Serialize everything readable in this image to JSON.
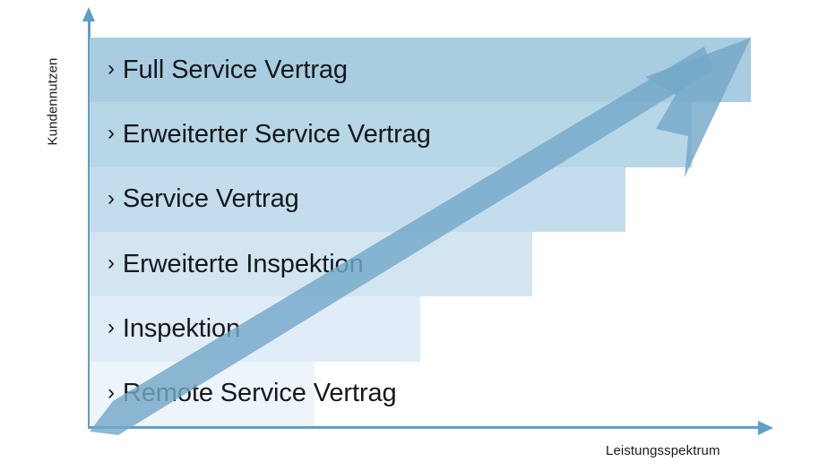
{
  "chart_data": {
    "type": "bar",
    "title": "",
    "subtitle": "",
    "xlabel": "Leistungsspektrum",
    "ylabel": "Kundennutzen",
    "orientation": "horizontal",
    "grid": false,
    "legend": null,
    "annotations": [
      {
        "name": "growth-arrow",
        "text": "",
        "description": "diagonal arrow from bottom-left to top-right indicating increasing value and scope"
      }
    ],
    "categories": [
      "Full Service Vertrag",
      "Erweiterter Service Vertrag",
      "Service Vertrag",
      "Erweiterte Inspektion",
      "Inspektion",
      "Remote Service Vertrag"
    ],
    "values": [
      100,
      91,
      81,
      67,
      50,
      34
    ],
    "value_unit": "% of Leistungsspektrum axis",
    "xlim": [
      0,
      100
    ],
    "ylim": [
      0,
      6
    ]
  },
  "axes": {
    "y_label": "Kundennutzen",
    "x_label": "Leistungsspektrum"
  },
  "bands": [
    {
      "label": "Full Service Vertrag",
      "bullet": "›",
      "width_pct": 100,
      "color": "#a8cde0"
    },
    {
      "label": "Erweiterter Service Vertrag",
      "bullet": "›",
      "width_pct": 91,
      "color": "#b7d6e6"
    },
    {
      "label": "Service Vertrag",
      "bullet": "›",
      "width_pct": 81,
      "color": "#c4dded"
    },
    {
      "label": "Erweiterte Inspektion",
      "bullet": "›",
      "width_pct": 67,
      "color": "#d2e5f1"
    },
    {
      "label": "Inspektion",
      "bullet": "›",
      "width_pct": 50,
      "color": "#e0edf6"
    },
    {
      "label": "Remote Service Vertrag",
      "bullet": "›",
      "width_pct": 34,
      "color": "#edf4fa"
    }
  ],
  "colors": {
    "axis": "#5f9fc4",
    "arrow": "#74a8c8",
    "text": "#15181c",
    "background": "#ffffff",
    "band_darkest": "#a8cde0",
    "band_lightest": "#edf4fa"
  }
}
